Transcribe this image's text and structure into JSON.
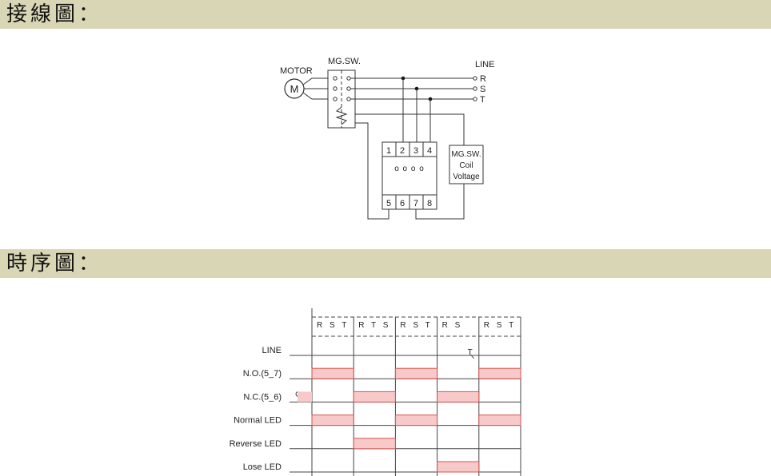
{
  "sections": {
    "wiring_title": "接線圖：",
    "timing_title": "時序圖："
  },
  "wiring": {
    "motor_label": "MOTOR",
    "motor_symbol": "M",
    "mgsw_label": "MG.SW.",
    "line_label": "LINE",
    "phases": [
      "R",
      "S",
      "T"
    ],
    "terminals_top": [
      "1",
      "2",
      "3",
      "4"
    ],
    "terminals_bottom": [
      "5",
      "6",
      "7",
      "8"
    ],
    "led_indicator": "o o o o",
    "coil_box": [
      "MG.SW.",
      "Coil",
      "Voltage"
    ]
  },
  "timing": {
    "phase_header": [
      "R S T",
      "R T S",
      "R S T",
      "R S",
      "R S T"
    ],
    "line_event": "T",
    "rows": [
      {
        "label": "LINE",
        "highs": []
      },
      {
        "label": "N.O.(5_7)",
        "highs": [
          0,
          2,
          4
        ]
      },
      {
        "label": "N.C.(5_6)",
        "highs": [
          1,
          3
        ]
      },
      {
        "label": "Normal LED",
        "highs": [
          0,
          2,
          4
        ]
      },
      {
        "label": "Reverse LED",
        "highs": [
          1
        ]
      },
      {
        "label": "Lose LED",
        "highs": [
          3
        ]
      }
    ],
    "pulse_color": "#f7c9c9",
    "pulse_edge": "#d9534f"
  }
}
